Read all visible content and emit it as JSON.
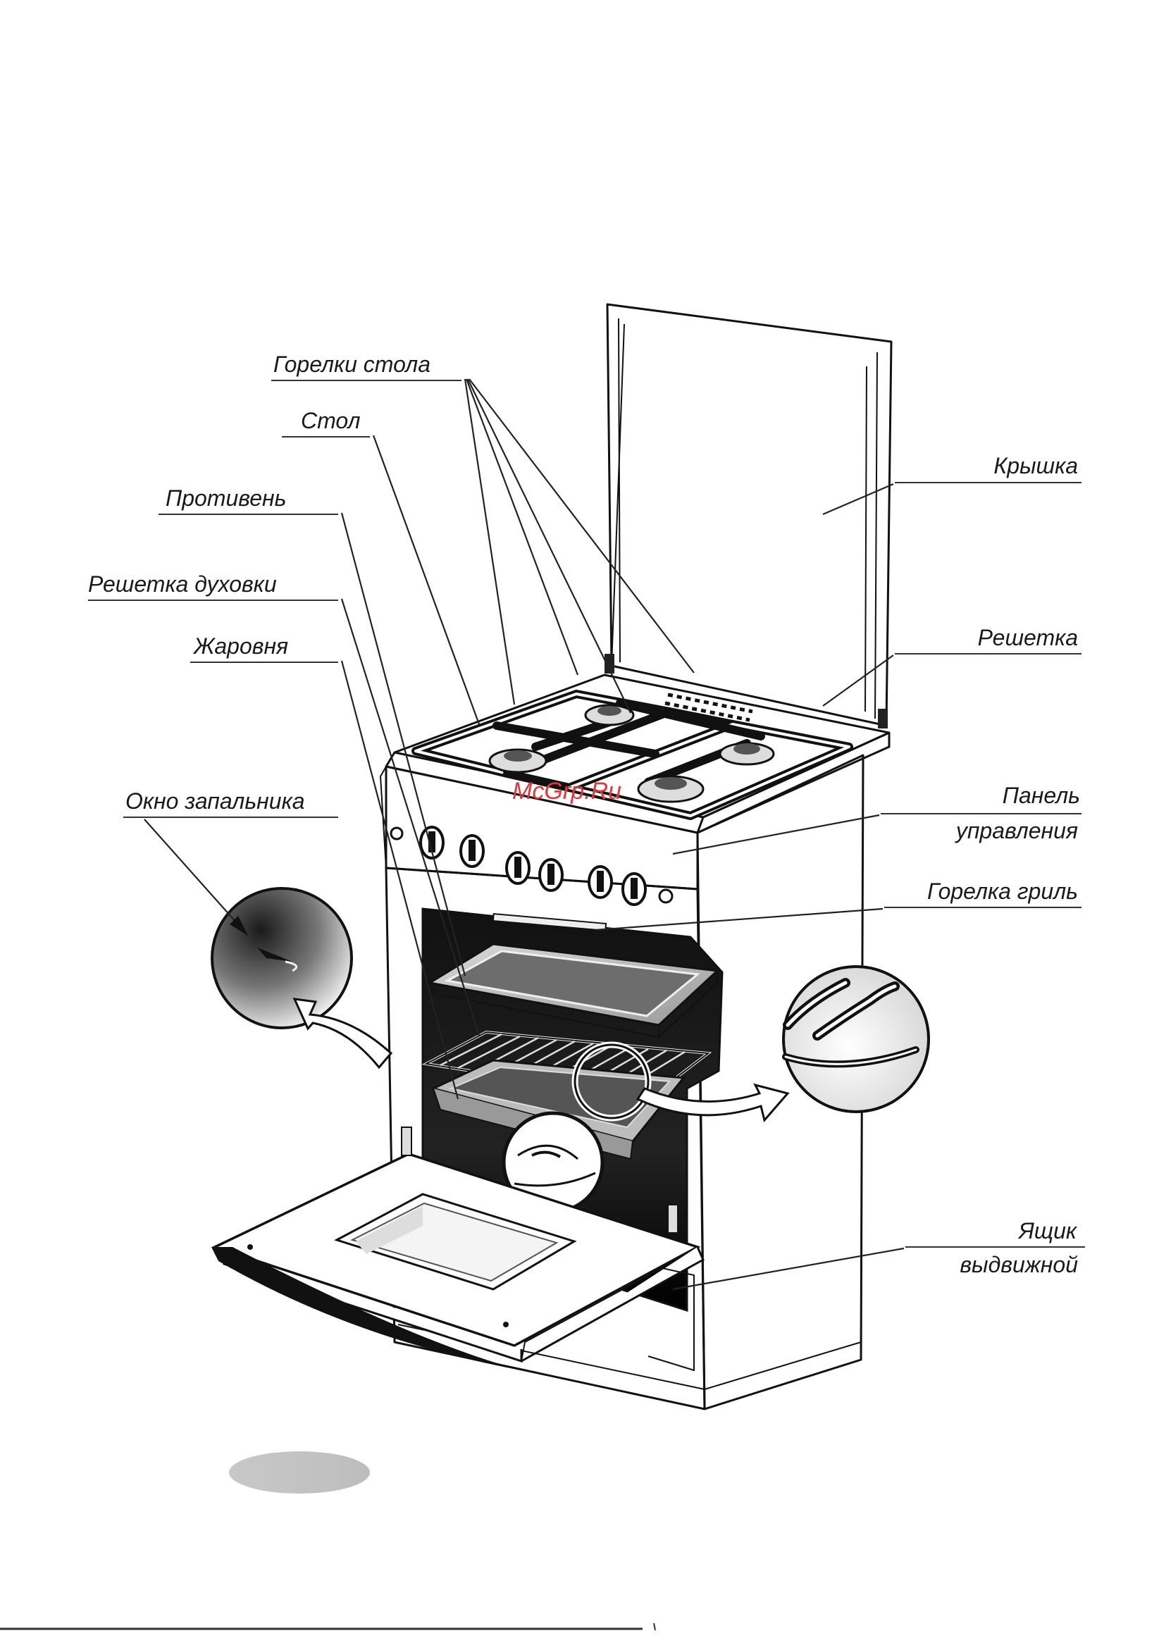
{
  "labels": {
    "burners": "Горелки стола",
    "table": "Стол",
    "tray": "Противень",
    "oven_rack": "Решетка духовки",
    "roaster": "Жаровня",
    "ignition_window": "Окно запальника",
    "lid": "Крышка",
    "grate": "Решетка",
    "control_panel_1": "Панель",
    "control_panel_2": "управления",
    "grill_burner": "Горелка гриль",
    "drawer_1": "Ящик",
    "drawer_2": "выдвижной"
  },
  "watermark": "McGrp.Ru"
}
